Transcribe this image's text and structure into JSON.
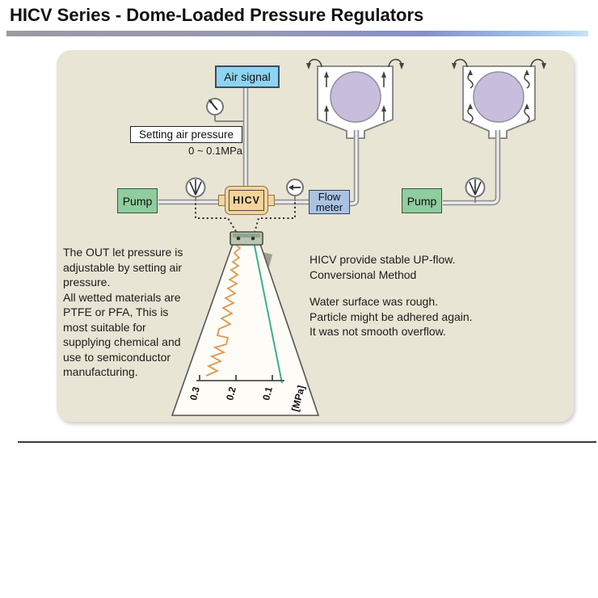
{
  "header": {
    "title": "HICV Series - Dome-Loaded Pressure Regulators"
  },
  "diagram": {
    "air_signal_label": "Air signal",
    "setting_air_pressure_label": "Setting air pressure",
    "pressure_range": "0 ~ 0.1MPa",
    "pump_labels": [
      "Pump",
      "Pump"
    ],
    "valve_label": "HICV",
    "flow_meter_label": "Flow\nmeter",
    "left_note": "The OUT let pressure is\nadjustable by setting air\npressure.\nAll wetted materials are\nPTFE or PFA, This is\nmost suitable for\nsupplying chemical and\nuse to semiconductor\nmanufacturing.",
    "right_note_top": "HICV provide stable UP-flow.\nConversional Method",
    "right_note_bottom": "Water surface was rough.\nParticle might be adhered again.\nIt was not smooth overflow.",
    "recorder_chart": {
      "tick_labels": [
        "0.3",
        "0.2",
        "0.1"
      ],
      "unit_label": "[MPa]"
    }
  },
  "colors": {
    "panel_bg": "#e9e5d4",
    "air_signal_bg": "#8ed3f0",
    "pump_bg": "#8fcc9e",
    "valve_bg": "#f5d49c",
    "flow_meter_bg": "#a9c3e3",
    "wafer_purple": "#c9bddd",
    "trace_rough_orange": "#dd9850",
    "trace_stable_green": "#3cb08e"
  }
}
